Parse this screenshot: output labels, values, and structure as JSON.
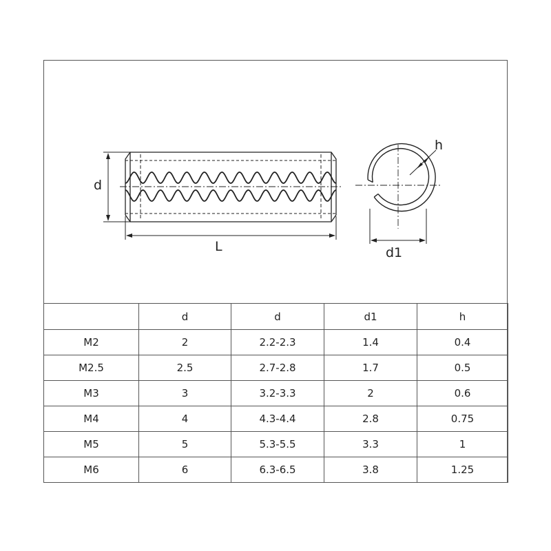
{
  "drawing": {
    "side_view": {
      "diameter_label": "d",
      "length_label": "L"
    },
    "end_view": {
      "inner_diameter_label": "d1",
      "wall_label": "h"
    }
  },
  "table": {
    "headers": [
      "",
      "d",
      "d",
      "d1",
      "h"
    ],
    "rows": [
      [
        "M2",
        "2",
        "2.2-2.3",
        "1.4",
        "0.4"
      ],
      [
        "M2.5",
        "2.5",
        "2.7-2.8",
        "1.7",
        "0.5"
      ],
      [
        "M3",
        "3",
        "3.2-3.3",
        "2",
        "0.6"
      ],
      [
        "M4",
        "4",
        "4.3-4.4",
        "2.8",
        "0.75"
      ],
      [
        "M5",
        "5",
        "5.3-5.5",
        "3.3",
        "1"
      ],
      [
        "M6",
        "6",
        "6.3-6.5",
        "3.8",
        "1.25"
      ]
    ]
  }
}
